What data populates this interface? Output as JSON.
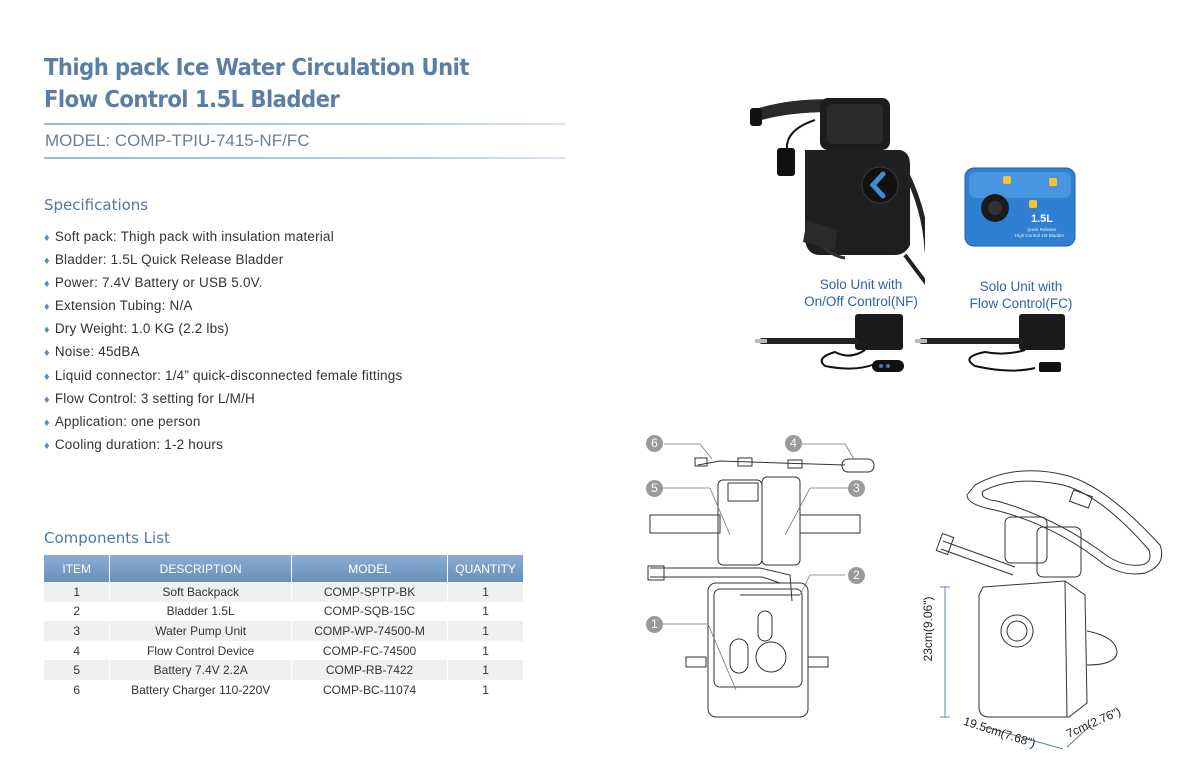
{
  "title": {
    "line1": "Thigh pack Ice Water Circulation Unit",
    "line2": "Flow Control 1.5L Bladder"
  },
  "model": "MODEL: COMP-TPIU-7415-NF/FC",
  "specifications": {
    "heading": "Specifications",
    "items": [
      "Soft pack: Thigh pack with insulation material",
      "Bladder: 1.5L Quick Release Bladder",
      "Power: 7.4V Battery or USB 5.0V.",
      "Extension Tubing: N/A",
      "Dry Weight: 1.0 KG (2.2 lbs)",
      "Noise: 45dBA",
      "Liquid connector: 1/4” quick-disconnected female fittings",
      "Flow Control: 3 setting for L/M/H",
      "Application: one person",
      "Cooling duration: 1-2 hours"
    ]
  },
  "components": {
    "heading": "Components  List",
    "columns": [
      "ITEM",
      "DESCRIPTION",
      "MODEL",
      "QUANTITY"
    ],
    "rows": [
      [
        "1",
        "Soft Backpack",
        "COMP-SPTP-BK",
        "1"
      ],
      [
        "2",
        "Bladder 1.5L",
        "COMP-SQB-15C",
        "1"
      ],
      [
        "3",
        "Water Pump Unit",
        "COMP-WP-74500-M",
        "1"
      ],
      [
        "4",
        "Flow Control Device",
        "COMP-FC-74500",
        "1"
      ],
      [
        "5",
        "Battery 7.4V 2.2A",
        "COMP-RB-7422",
        "1"
      ],
      [
        "6",
        "Battery Charger 110-220V",
        "COMP-BC-11074",
        "1"
      ]
    ]
  },
  "product": {
    "solo_nf": [
      "Solo Unit with",
      "On/Off Control(NF)"
    ],
    "solo_fc": [
      "Solo Unit with",
      "Flow Control(FC)"
    ],
    "bladder_label": "1.5L",
    "bladder_sub1": "Quick Release",
    "bladder_sub2": "High Control 1/8 Bladder"
  },
  "diagram": {
    "callouts": [
      "6",
      "4",
      "5",
      "3",
      "2",
      "1"
    ]
  },
  "dimensions": {
    "height": "23cm(9.06\")",
    "width": "19.5cm(7.68\")",
    "depth": "7cm(2.76\")"
  },
  "colors": {
    "title": "#5a7fa7",
    "accent": "#4f79a6",
    "table_header": "#7399c3",
    "caption": "#2f64a5",
    "bladder": "#2f7fd3"
  }
}
